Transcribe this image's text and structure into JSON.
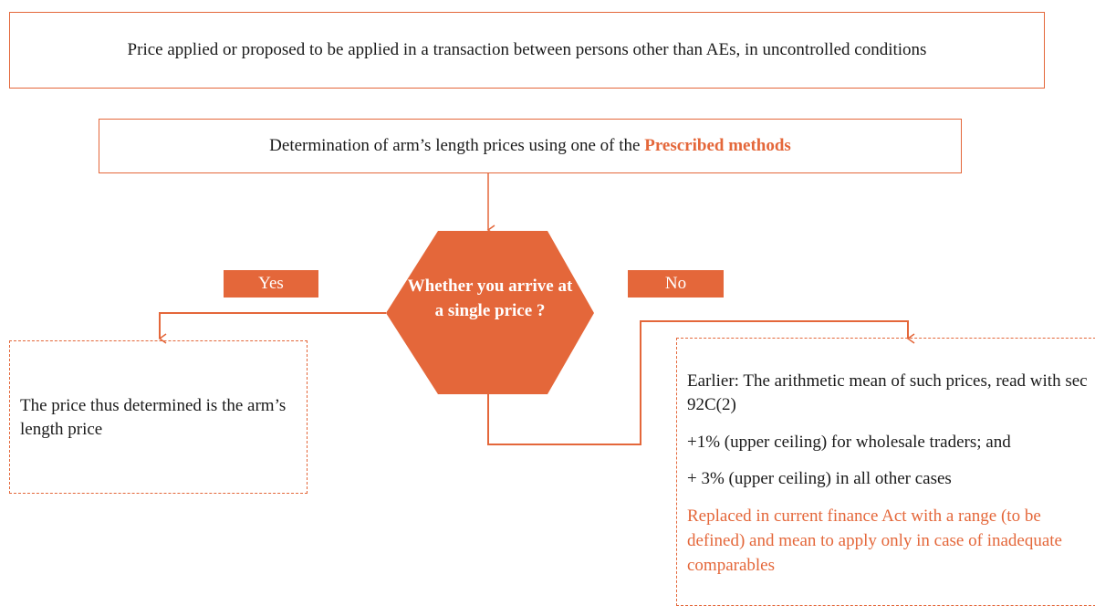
{
  "top_box": {
    "text": "Price applied or proposed to be applied in a transaction between persons other than AEs, in uncontrolled conditions"
  },
  "method_box": {
    "text_prefix": "Determination of arm’s length prices using one of the ",
    "text_highlight": "Prescribed methods"
  },
  "decision": {
    "text": "Whether you arrive at a single price ?"
  },
  "yes_label": "Yes",
  "no_label": "No",
  "yes_box": {
    "text": "The price thus determined is the arm’s length price"
  },
  "no_box": {
    "lines": [
      "Earlier: The arithmetic mean of such prices, read with  sec 92C(2)",
      "+1% (upper ceiling) for wholesale traders; and",
      "+ 3% (upper ceiling) in all other cases"
    ],
    "highlight": "Replaced in current finance Act with a range (to be defined) and mean to apply only in case of inadequate comparables"
  },
  "colors": {
    "accent": "#E4673A"
  }
}
